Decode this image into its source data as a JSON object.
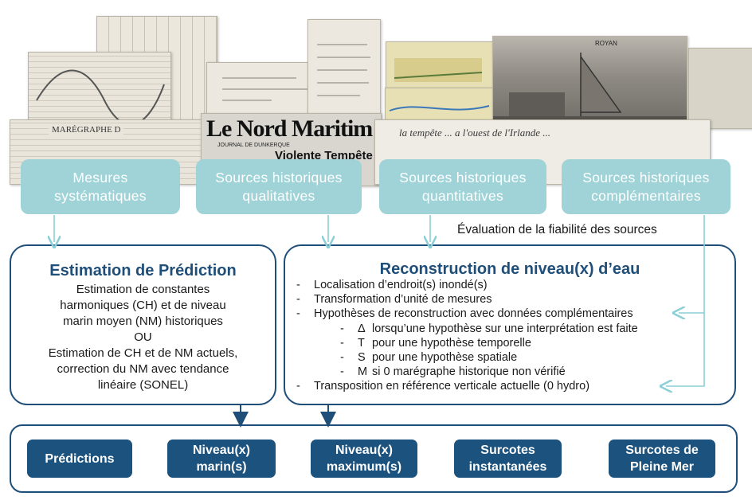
{
  "sources": [
    {
      "label": "Mesures systématiques"
    },
    {
      "label": "Sources historiques qualitatives"
    },
    {
      "label": "Sources historiques quantitatives"
    },
    {
      "label": "Sources historiques complémentaires"
    }
  ],
  "photos": {
    "maregraphe_caption": "MARÉGRAPHE D",
    "newspaper_title": "Le Nord Maritim",
    "newspaper_subtitle": "JOURNAL DE DUNKERQUE",
    "newspaper_headline": "Violente Tempête",
    "postcard_caption": "ROYAN",
    "handwriting_sample": "la tempête ... a l'ouest de l'Irlande ..."
  },
  "evaluation": "Évaluation de la fiabilité des sources",
  "estimation": {
    "title": "Estimation de Prédiction",
    "line1": "Estimation de constantes",
    "line2": "harmoniques (CH) et de niveau",
    "line3": "marin moyen (NM) historiques",
    "line4": "OU",
    "line5": "Estimation de CH et de NM actuels,",
    "line6": "correction du NM avec  tendance",
    "line7": "linéaire (SONEL)"
  },
  "reconstruction": {
    "title": "Reconstruction de niveau(x) d’eau",
    "dash": "-",
    "items": [
      "Localisation d’endroit(s) inondé(s)",
      "Transformation d’unité de mesures",
      "Hypothèses de reconstruction avec données complémentaires"
    ],
    "subitems": [
      {
        "key": "Δ",
        "text": "lorsqu’une hypothèse sur une interprétation est faite"
      },
      {
        "key": "T",
        "text": "pour une hypothèse temporelle"
      },
      {
        "key": "S",
        "text": "pour une hypothèse spatiale"
      },
      {
        "key": "M",
        "text": "si 0 marégraphe historique non vérifié"
      }
    ],
    "last_item": "Transposition en référence verticale actuelle (0 hydro)"
  },
  "outputs": [
    {
      "label": "Prédictions"
    },
    {
      "label": "Niveau(x) marin(s)"
    },
    {
      "label": "Niveau(x) maximum(s)"
    },
    {
      "label": "Surcotes instantanées"
    },
    {
      "label": "Surcotes de Pleine Mer"
    }
  ],
  "colors": {
    "source_box": "#9fd3d7",
    "panel_border": "#1f4e79",
    "output_box": "#1b527e",
    "arrow_light": "#8ccfd6",
    "arrow_dark": "#1f4e79"
  }
}
